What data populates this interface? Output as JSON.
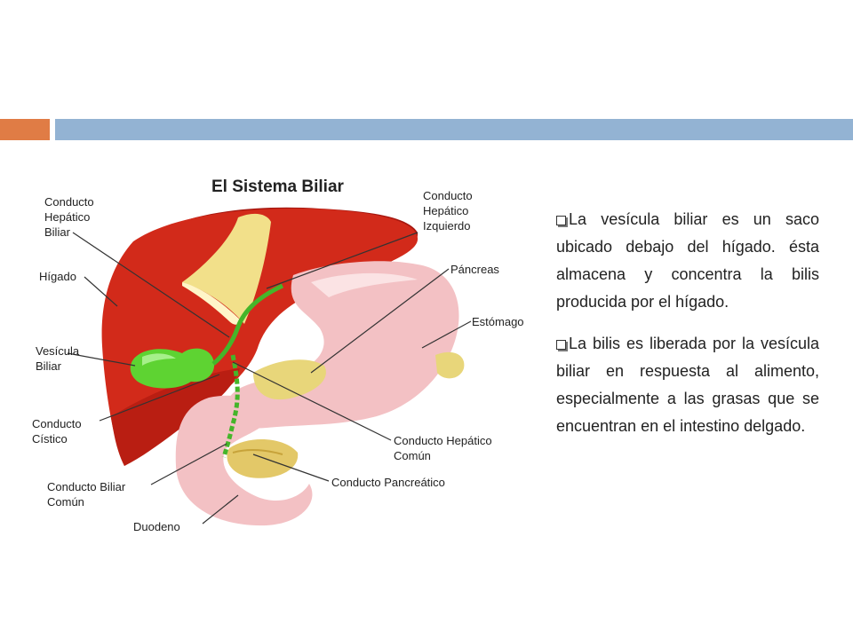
{
  "slide": {
    "accent_colors": {
      "orange": "#e07c45",
      "blue": "#93b3d3"
    }
  },
  "diagram": {
    "title": "El Sistema Biliar",
    "labels": {
      "conducto_hepatico_biliar": "Conducto\nHepático\nBiliar",
      "higado": "Hígado",
      "vesicula_biliar": "Vesícula\nBiliar",
      "conducto_cistico": "Conducto\nCístico",
      "conducto_biliar_comun": "Conducto Biliar\nComún",
      "duodeno": "Duodeno",
      "conducto_hepatico_izquierdo": "Conducto\nHepático\nIzquierdo",
      "pancreas": "Páncreas",
      "estomago": "Estómago",
      "conducto_hepatico_comun": "Conducto Hepático\nComún",
      "conducto_pancreatico": "Conducto Pancreático"
    }
  },
  "text": {
    "bullet_icon": "checkbox-bullet-icon",
    "paragraphs": [
      "La vesícula biliar es un saco ubicado debajo del hígado. ésta almacena y concentra la bilis producida por el hígado.",
      "La bilis es liberada por la vesícula biliar en respuesta al alimento, especialmente a las grasas que se encuentran en el intestino delgado."
    ]
  }
}
